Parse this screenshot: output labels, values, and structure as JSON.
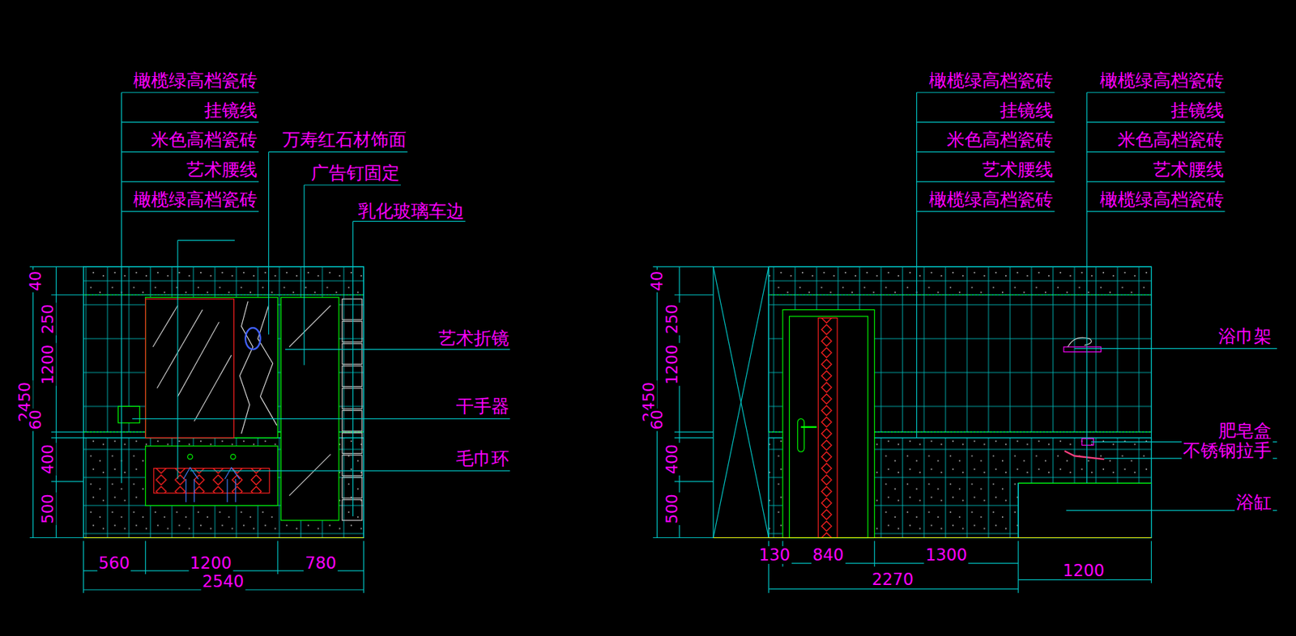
{
  "diagram": {
    "labels": [
      "橄榄绿高档瓷砖",
      "挂镜线",
      "米色高档瓷砖",
      "艺术腰线",
      "橄榄绿高档瓷砖",
      "万寿红石材饰面",
      "广告钉固定",
      "乳化玻璃车边",
      "艺术折镜",
      "干手器",
      "毛巾环",
      "40",
      "250",
      "1200",
      "2450",
      "60",
      "400",
      "500",
      "560",
      "1200",
      "780",
      "2540",
      "橄榄绿高档瓷砖",
      "挂镜线",
      "米色高档瓷砖",
      "艺术腰线",
      "橄榄绿高档瓷砖",
      "橄榄绿高档瓷砖",
      "挂镜线",
      "米色高档瓷砖",
      "艺术腰线",
      "橄榄绿高档瓷砖",
      "浴巾架",
      "肥皂盒",
      "不锈钢拉手",
      "浴缸",
      "40",
      "250",
      "1200",
      "2450",
      "60",
      "400",
      "500",
      "130",
      "840",
      "1300",
      "2270",
      "1200"
    ]
  }
}
